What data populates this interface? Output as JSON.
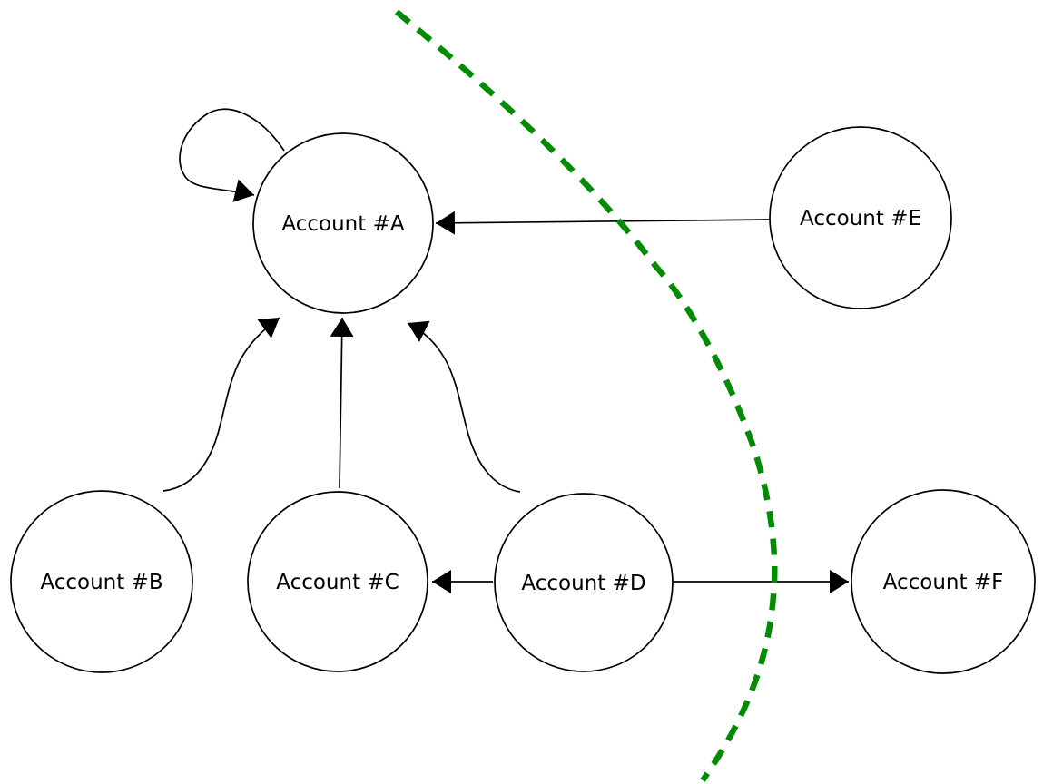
{
  "diagram": {
    "type": "directed-graph",
    "background_color": "#ffffff",
    "nodes": [
      {
        "id": "account-a",
        "label": "Account #A"
      },
      {
        "id": "account-b",
        "label": "Account #B"
      },
      {
        "id": "account-c",
        "label": "Account #C"
      },
      {
        "id": "account-d",
        "label": "Account #D"
      },
      {
        "id": "account-e",
        "label": "Account #E"
      },
      {
        "id": "account-f",
        "label": "Account #F"
      }
    ],
    "edges": [
      {
        "from": "account-a",
        "to": "account-a",
        "kind": "self-loop"
      },
      {
        "from": "account-b",
        "to": "account-a",
        "kind": "curved"
      },
      {
        "from": "account-c",
        "to": "account-a",
        "kind": "straight"
      },
      {
        "from": "account-d",
        "to": "account-a",
        "kind": "curved"
      },
      {
        "from": "account-e",
        "to": "account-a",
        "kind": "straight"
      },
      {
        "from": "account-d",
        "to": "account-c",
        "kind": "straight"
      },
      {
        "from": "account-d",
        "to": "account-f",
        "kind": "straight"
      }
    ],
    "boundary": {
      "description": "green dashed curve separating left group (A,B,C,D) from right group (E,F)",
      "color": "#008b00",
      "style": "dashed"
    },
    "colors": {
      "node_fill": "#ffffff",
      "node_stroke": "#000000",
      "edge_stroke": "#000000",
      "label_color": "#000000",
      "boundary_green": "#008b00"
    }
  }
}
